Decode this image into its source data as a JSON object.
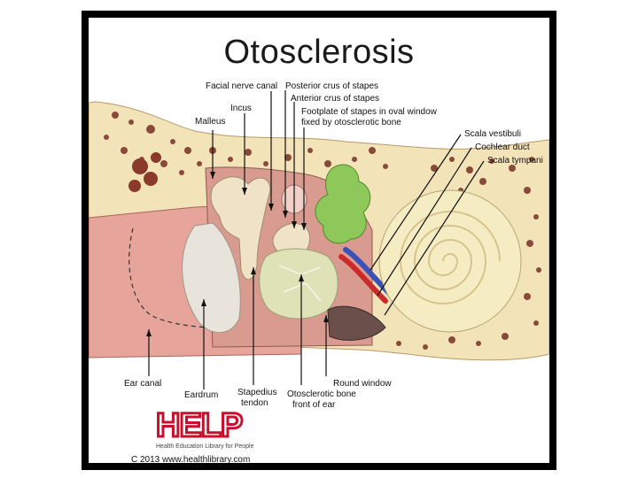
{
  "title": "Otosclerosis",
  "labels": {
    "facial_nerve_canal": "Facial nerve canal",
    "posterior_crus": "Posterior crus of stapes",
    "anterior_crus": "Anterior crus of stapes",
    "footplate_line1": "Footplate of stapes in oval window",
    "footplate_line2": "fixed by otosclerotic bone",
    "incus": "Incus",
    "malleus": "Malleus",
    "scala_vestibuli": "Scala vestibuli",
    "cochlear_duct": "Cochlear duct",
    "scala_tympani": "Scala tympani",
    "ear_canal": "Ear canal",
    "eardrum": "Eardrum",
    "stapedius_line1": "Stapedius",
    "stapedius_line2": "tendon",
    "otosclerotic_line1": "Otosclerotic bone",
    "otosclerotic_line2": "front of ear",
    "round_window": "Round window"
  },
  "logo": {
    "word": "HELP",
    "subtitle": "Health Education Library for People"
  },
  "copyright": "C 2013 www.healthlibrary.com",
  "colors": {
    "bone": "#f3e3b8",
    "flesh": "#e7a49b",
    "ossicle": "#efe2c7",
    "vestibule": "#8fc85a",
    "artery_red": "#cc2a2a",
    "vein_blue": "#3a52b8",
    "logo_red": "#c8102e"
  }
}
